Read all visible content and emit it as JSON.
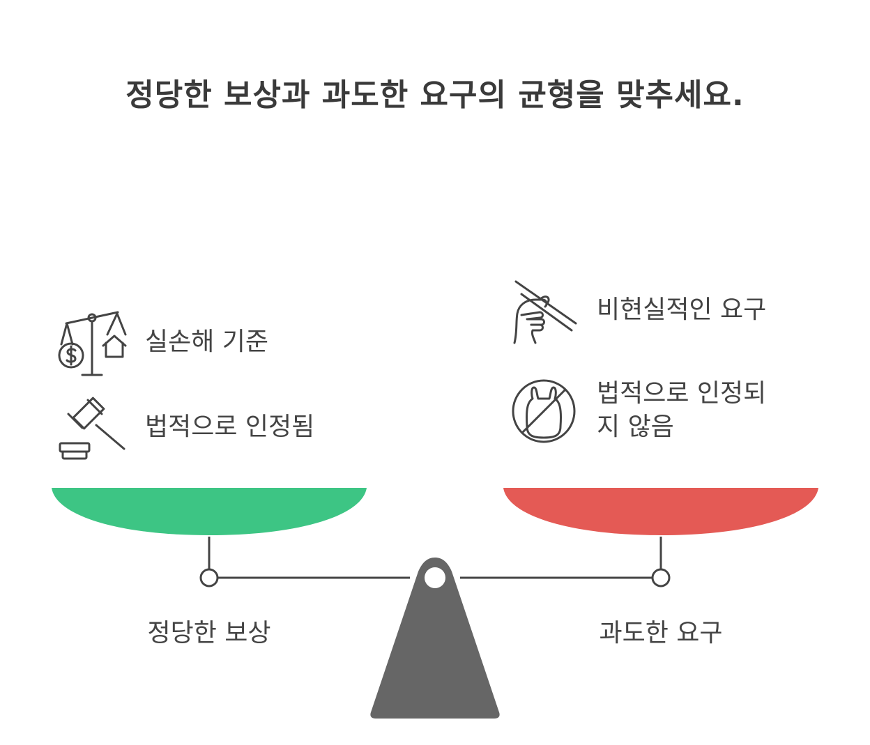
{
  "title": "정당한 보상과 과도한 요구의 균형을 맞추세요.",
  "left": {
    "label": "정당한 보상",
    "color": "#3dc584",
    "items": [
      {
        "icon": "scale-money-house-icon",
        "text": "실손해 기준"
      },
      {
        "icon": "gavel-icon",
        "text": "법적으로 인정됨"
      }
    ]
  },
  "right": {
    "label": "과도한 요구",
    "color": "#e45a55",
    "items": [
      {
        "icon": "hand-chopsticks-icon",
        "text": "비현실적인 요구"
      },
      {
        "icon": "no-plastic-bag-icon",
        "text_line1": "법적으로 인정되",
        "text_line2": "지 않음"
      }
    ]
  },
  "colors": {
    "fulcrum": "#666666",
    "lines": "#444444"
  }
}
